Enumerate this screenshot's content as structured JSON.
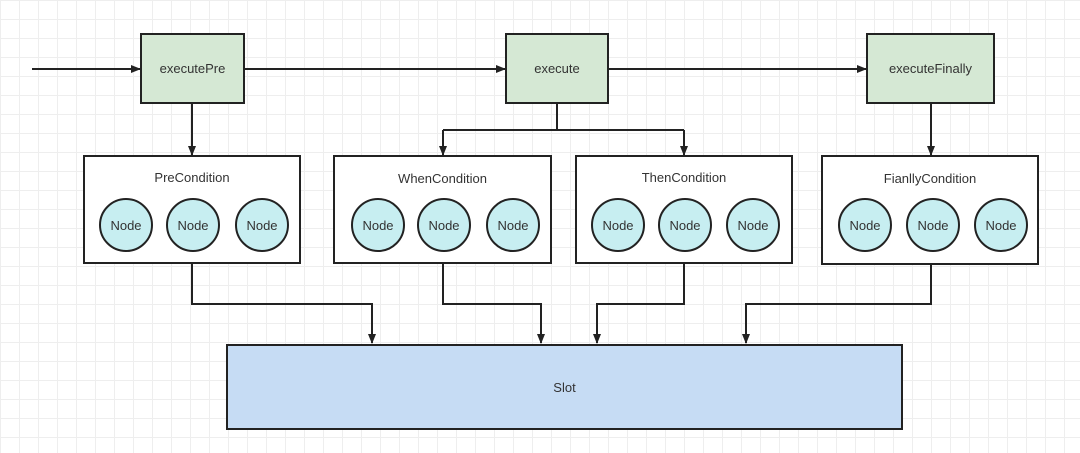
{
  "colors": {
    "stage_fill": "#d5e8d4",
    "condition_fill": "#ffffff",
    "node_fill": "#c7eef1",
    "slot_fill": "#c6dcf4",
    "stroke": "#222222"
  },
  "stages": [
    {
      "label": "executePre"
    },
    {
      "label": "execute"
    },
    {
      "label": "executeFinally"
    }
  ],
  "conditions": [
    {
      "title": "PreCondition",
      "nodes": [
        "Node",
        "Node",
        "Node"
      ]
    },
    {
      "title": "WhenCondition",
      "nodes": [
        "Node",
        "Node",
        "Node"
      ]
    },
    {
      "title": "ThenCondition",
      "nodes": [
        "Node",
        "Node",
        "Node"
      ]
    },
    {
      "title": "FianllyCondition",
      "nodes": [
        "Node",
        "Node",
        "Node"
      ]
    }
  ],
  "slot": {
    "label": "Slot"
  }
}
